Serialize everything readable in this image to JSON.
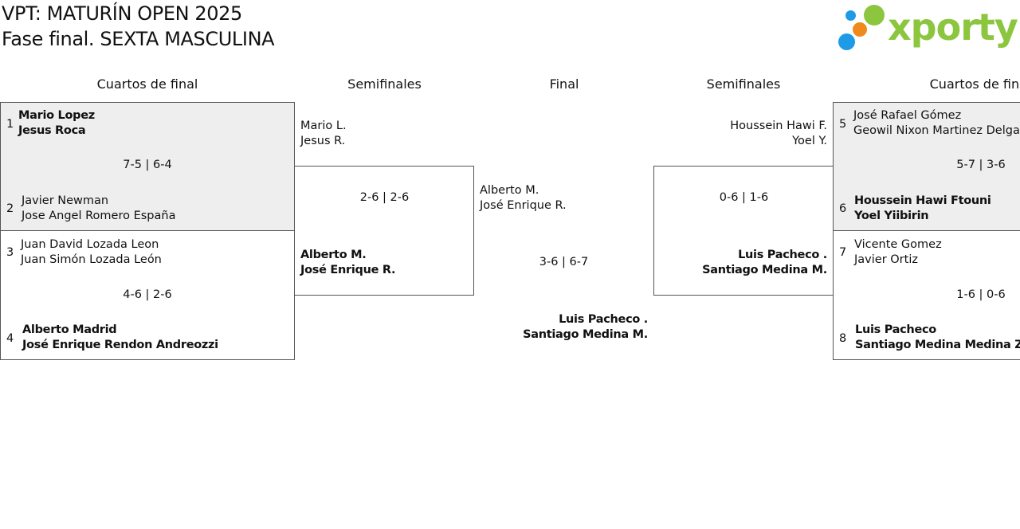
{
  "title": {
    "line1": "VPT: MATURÍN OPEN 2025",
    "line2": "Fase final. SEXTA MASCULINA"
  },
  "logo": {
    "text": "xporty",
    "colors": {
      "green": "#8cc63f",
      "blue": "#1e9be6",
      "orange": "#f08a1c"
    }
  },
  "rounds": {
    "qf_left": "Cuartos de final",
    "sf_left": "Semifinales",
    "final": "Final",
    "sf_right": "Semifinales",
    "qf_right": "Cuartos de final"
  },
  "qf_left": {
    "m1": {
      "top": {
        "seed": "1",
        "p1": "Mario Lopez",
        "p2": "Jesus Roca",
        "winner": true
      },
      "score": "7-5 | 6-4",
      "bottom": {
        "seed": "2",
        "p1": "Javier Newman",
        "p2": "Jose Angel Romero España",
        "winner": false
      }
    },
    "m2": {
      "top": {
        "seed": "3",
        "p1": "Juan David Lozada Leon",
        "p2": "Juan Simón Lozada León",
        "winner": false
      },
      "score": "4-6 | 2-6",
      "bottom": {
        "seed": "4",
        "p1": "Alberto Madrid",
        "p2": "José Enrique Rendon Andreozzi",
        "winner": true
      }
    }
  },
  "sf_left": {
    "top": {
      "p1": "Mario L.",
      "p2": "Jesus R."
    },
    "score": "2-6 | 2-6",
    "bottom": {
      "p1": "Alberto M.",
      "p2": "José Enrique R."
    }
  },
  "final": {
    "top": {
      "p1": "Alberto M.",
      "p2": "José Enrique R."
    },
    "score": "3-6 | 6-7",
    "bottom": {
      "p1": "Luis Pacheco .",
      "p2": "Santiago Medina M."
    }
  },
  "sf_right": {
    "top": {
      "p1": "Houssein Hawi F.",
      "p2": "Yoel Y."
    },
    "score": "0-6 | 1-6",
    "bottom": {
      "p1": "Luis Pacheco .",
      "p2": "Santiago Medina M."
    }
  },
  "qf_right": {
    "m1": {
      "top": {
        "seed": "5",
        "p1": "José Rafael Gómez",
        "p2": "Geowil Nixon Martinez Delgado",
        "winner": false
      },
      "score": "5-7 | 3-6",
      "bottom": {
        "seed": "6",
        "p1": "Houssein Hawi Ftouni",
        "p2": "Yoel Yiibirin",
        "winner": true
      }
    },
    "m2": {
      "top": {
        "seed": "7",
        "p1": "Vicente Gomez",
        "p2": "Javier Ortiz",
        "winner": false
      },
      "score": "1-6 | 0-6",
      "bottom": {
        "seed": "8",
        "p1": "Luis Pacheco",
        "p2": "Santiago Medina Medina Zambrano",
        "winner": true
      }
    }
  }
}
